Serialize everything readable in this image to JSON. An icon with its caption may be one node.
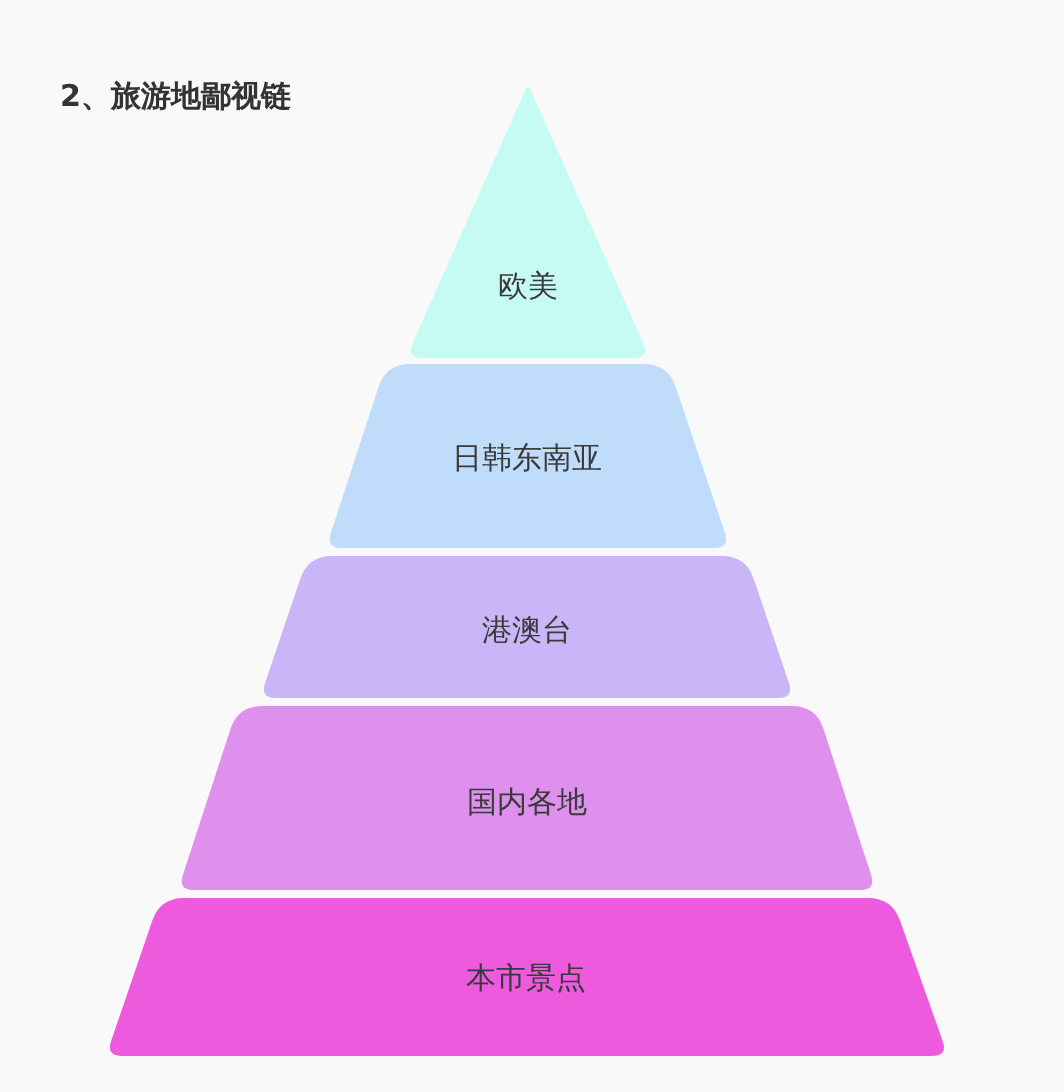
{
  "diagram": {
    "title": "2、旅游地鄙视链",
    "nodes": [
      {
        "text": [
          "欧美"
        ]
      },
      {
        "text": [
          "日韩东南亚"
        ]
      },
      {
        "text": [
          "港澳台"
        ]
      },
      {
        "text": [
          "国内各地"
        ]
      },
      {
        "text": [
          "本市景点"
        ]
      }
    ]
  }
}
